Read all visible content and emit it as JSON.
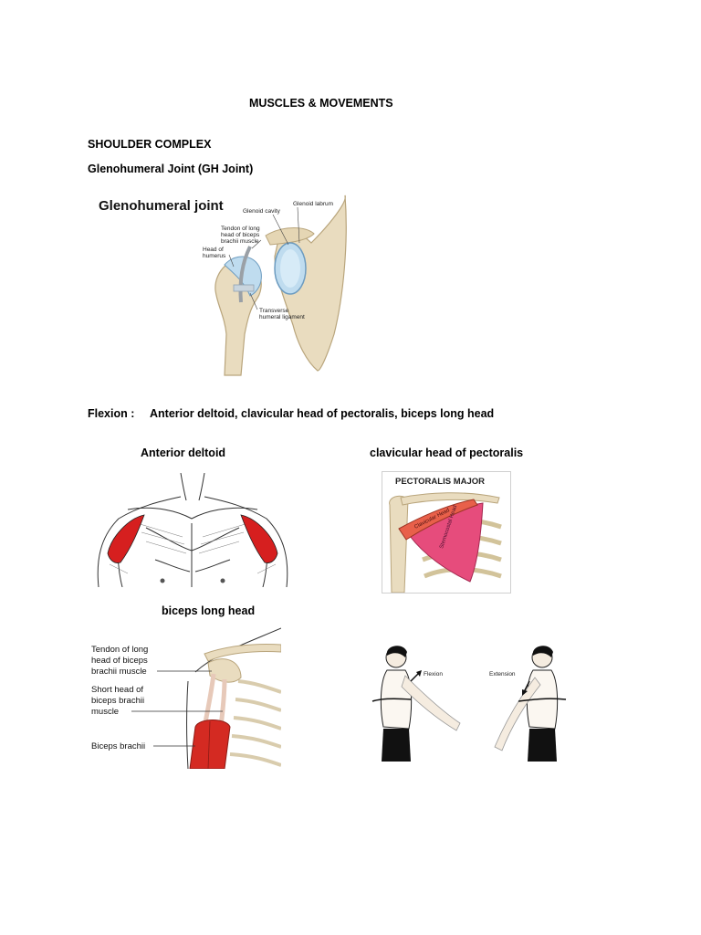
{
  "document": {
    "title": "MUSCLES & MOVEMENTS",
    "section": "SHOULDER COMPLEX",
    "subsection": "Glenohumeral Joint (GH Joint)",
    "flexion_label": "Flexion :",
    "flexion_muscles": "Anterior deltoid, clavicular head of pectoralis, biceps long head",
    "caption_anterior_deltoid": "Anterior deltoid",
    "caption_clavicular_head": "clavicular head of pectoralis",
    "caption_biceps": "biceps long head"
  },
  "figures": {
    "gh_joint": {
      "title": "Glenohumeral joint",
      "labels": {
        "glenoid_cavity": "Glenoid cavity",
        "glenoid_labrum": "Glenoid labrum",
        "tendon_line1": "Tendon of long",
        "tendon_line2": "head of biceps",
        "tendon_line3": "brachii muscle",
        "head_line1": "Head of",
        "head_line2": "humerus",
        "transverse_line1": "Transverse",
        "transverse_line2": "humeral ligament"
      }
    },
    "pectoralis": {
      "title": "PECTORALIS MAJOR",
      "clavicular": "Clavicular Head",
      "sternocostal": "Sternocostal Head"
    },
    "biceps": {
      "tendon_line1": "Tendon of long",
      "tendon_line2": "head of biceps",
      "tendon_line3": "brachii muscle",
      "short_line1": "Short head of",
      "short_line2": "biceps brachii",
      "short_line3": "muscle",
      "biceps": "Biceps brachii"
    },
    "movement": {
      "flexion": "Flexion",
      "extension": "Extension"
    }
  },
  "colors": {
    "bone": "#e9dcbf",
    "bone_edge": "#b9a57c",
    "cartilage": "#bfdcef",
    "muscle_red": "#d61f1f",
    "pec_orange": "#e8604a",
    "pec_pink": "#e64c7c"
  }
}
